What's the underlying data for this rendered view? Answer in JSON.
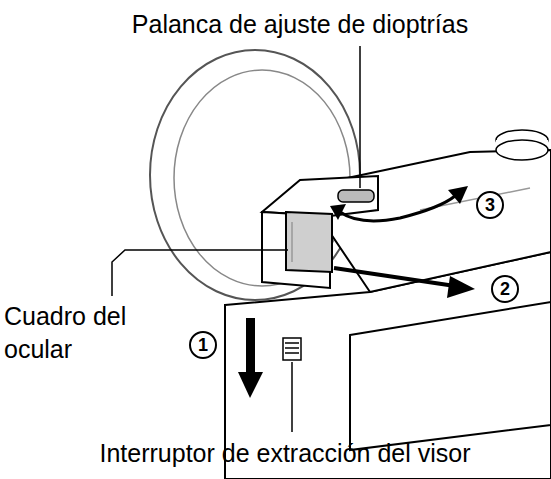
{
  "diagram": {
    "labels": [
      "Palanca de ajuste de dioptrías",
      "3",
      "2",
      "Cuadro del ocular",
      "1",
      "Interruptor de extracción del visor"
    ]
  }
}
